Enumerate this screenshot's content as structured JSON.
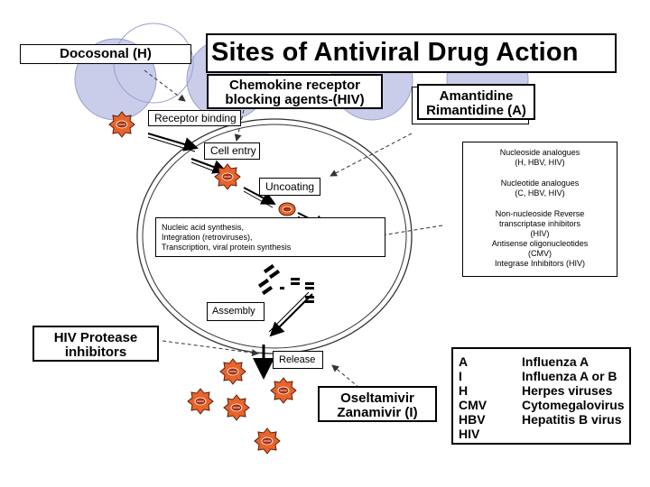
{
  "title": "Sites of Antiviral Drug Action",
  "drugs": {
    "docosonal": "Docosonal (H)",
    "chemokine_line1": "Chemokine receptor",
    "chemokine_line2": "blocking agents-(HIV)",
    "amantidine_line1": "Amantidine",
    "amantidine_line2": "Rimantidine (A)",
    "protease_line1": "HIV Protease",
    "protease_line2": "inhibitors",
    "oseltamivir_line1": "Oseltamivir",
    "oseltamivir_line2": "Zanamivir (I)"
  },
  "steps": {
    "receptor_binding": "Receptor binding",
    "cell_entry": "Cell entry",
    "uncoating": "Uncoating",
    "synthesis_line1": "Nucleic acid synthesis,",
    "synthesis_line2": "Integration (retroviruses),",
    "synthesis_line3": "Transcription, viral protein synthesis",
    "assembly": "Assembly",
    "release": "Release"
  },
  "nucleic_box": {
    "line1": "Nucleoside analogues",
    "line2": "(H, HBV, HIV)",
    "line3": "Nucleotide analogues",
    "line4": "(C, HBV, HIV)",
    "line5": "Non-nucleoside Reverse",
    "line6": "transcriptase inhibitors",
    "line7": "(HIV)",
    "line8": "Antisense oligonucleotides",
    "line9": "(CMV)",
    "line10": "Integrase Inhibitors (HIV)"
  },
  "legend": {
    "rows": [
      {
        "abbr": "A",
        "name": "Influenza A"
      },
      {
        "abbr": "I",
        "name": "Influenza A or B"
      },
      {
        "abbr": "H",
        "name": "Herpes viruses"
      },
      {
        "abbr": "CMV",
        "name": "Cytomegalovirus"
      },
      {
        "abbr": "HBV",
        "name": "Hepatitis B virus"
      },
      {
        "abbr": "HIV",
        "name": ""
      }
    ]
  },
  "colors": {
    "circle_fill": "#c9cdea",
    "virus_fill": "#e8652a",
    "virus_outline": "#5a1a08"
  }
}
